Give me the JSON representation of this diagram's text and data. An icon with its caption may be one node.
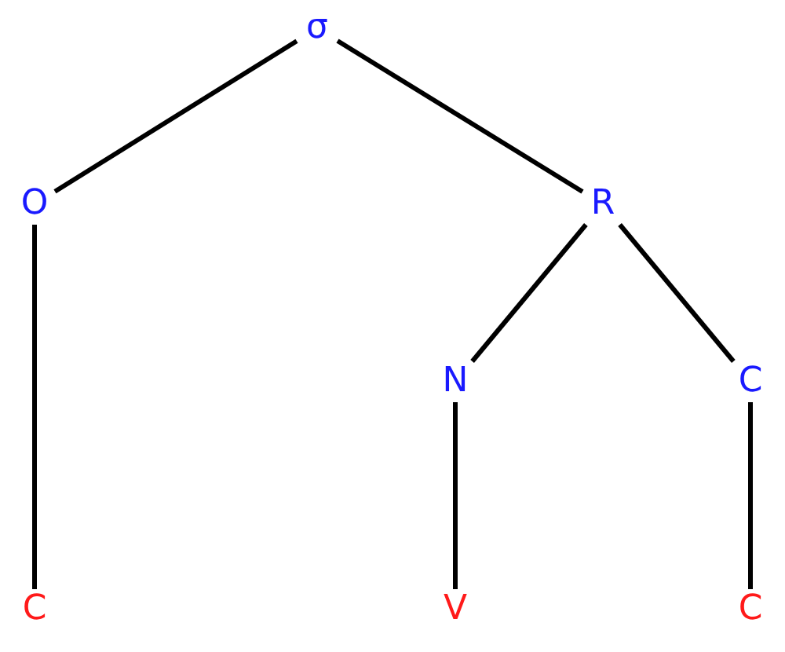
{
  "diagram": {
    "nodes": [
      {
        "text": [
          "σ"
        ]
      },
      {
        "text": [
          "O"
        ]
      },
      {
        "text": [
          "R"
        ]
      },
      {
        "text": [
          "N"
        ]
      },
      {
        "text": [
          "C"
        ]
      },
      {
        "text": [
          "C"
        ]
      },
      {
        "text": [
          "V"
        ]
      },
      {
        "text": [
          "C"
        ]
      }
    ],
    "edges": [
      {
        "from": 0,
        "to": 1,
        "arrow": "none"
      },
      {
        "from": 0,
        "to": 2,
        "arrow": "none"
      },
      {
        "from": 1,
        "to": 5,
        "arrow": "none"
      },
      {
        "from": 2,
        "to": 3,
        "arrow": "none"
      },
      {
        "from": 2,
        "to": 4,
        "arrow": "none"
      },
      {
        "from": 3,
        "to": 6,
        "arrow": "none"
      },
      {
        "from": 4,
        "to": 7,
        "arrow": "none"
      }
    ]
  }
}
